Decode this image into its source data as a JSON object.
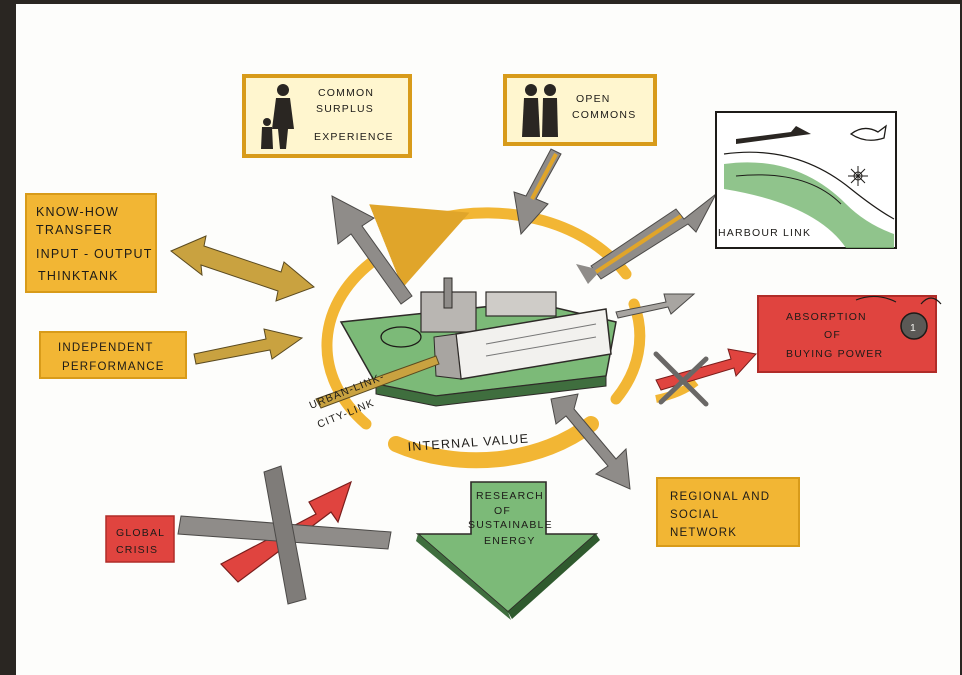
{
  "boxes": {
    "common_surplus": {
      "lines": [
        "COMMON",
        "SURPLUS",
        "EXPERIENCE"
      ]
    },
    "open_commons": {
      "lines": [
        "OPEN",
        "COMMONS"
      ]
    },
    "know_how": {
      "lines": [
        "KNOW-HOW",
        "TRANSFER",
        "INPUT - OUTPUT",
        "THINKTANK"
      ]
    },
    "independent": {
      "lines": [
        "INDEPENDENT",
        "PERFORMANCE"
      ]
    },
    "harbour": {
      "label": "HARBOUR LINK"
    },
    "absorption": {
      "lines": [
        "ABSORPTION",
        "OF",
        "BUYING POWER"
      ]
    },
    "regional": {
      "lines": [
        "REGIONAL AND",
        "SOCIAL",
        "NETWORK"
      ]
    },
    "global_crisis": {
      "lines": [
        "GLOBAL",
        "CRISIS"
      ]
    }
  },
  "center": {
    "urban_link": [
      "URBAN-LINK-",
      "CITY-LINK"
    ],
    "internal_value": "INTERNAL VALUE",
    "research": [
      "RESEARCH",
      "OF",
      "SUSTAINABLE",
      "ENERGY"
    ]
  },
  "coin_label": "1",
  "colors": {
    "yellow": "#f2b634",
    "yellow_border": "#d89b1a",
    "red": "#e0443f",
    "green": "#7cba78",
    "grey": "#8f8c89",
    "ink": "#1d1b18"
  }
}
